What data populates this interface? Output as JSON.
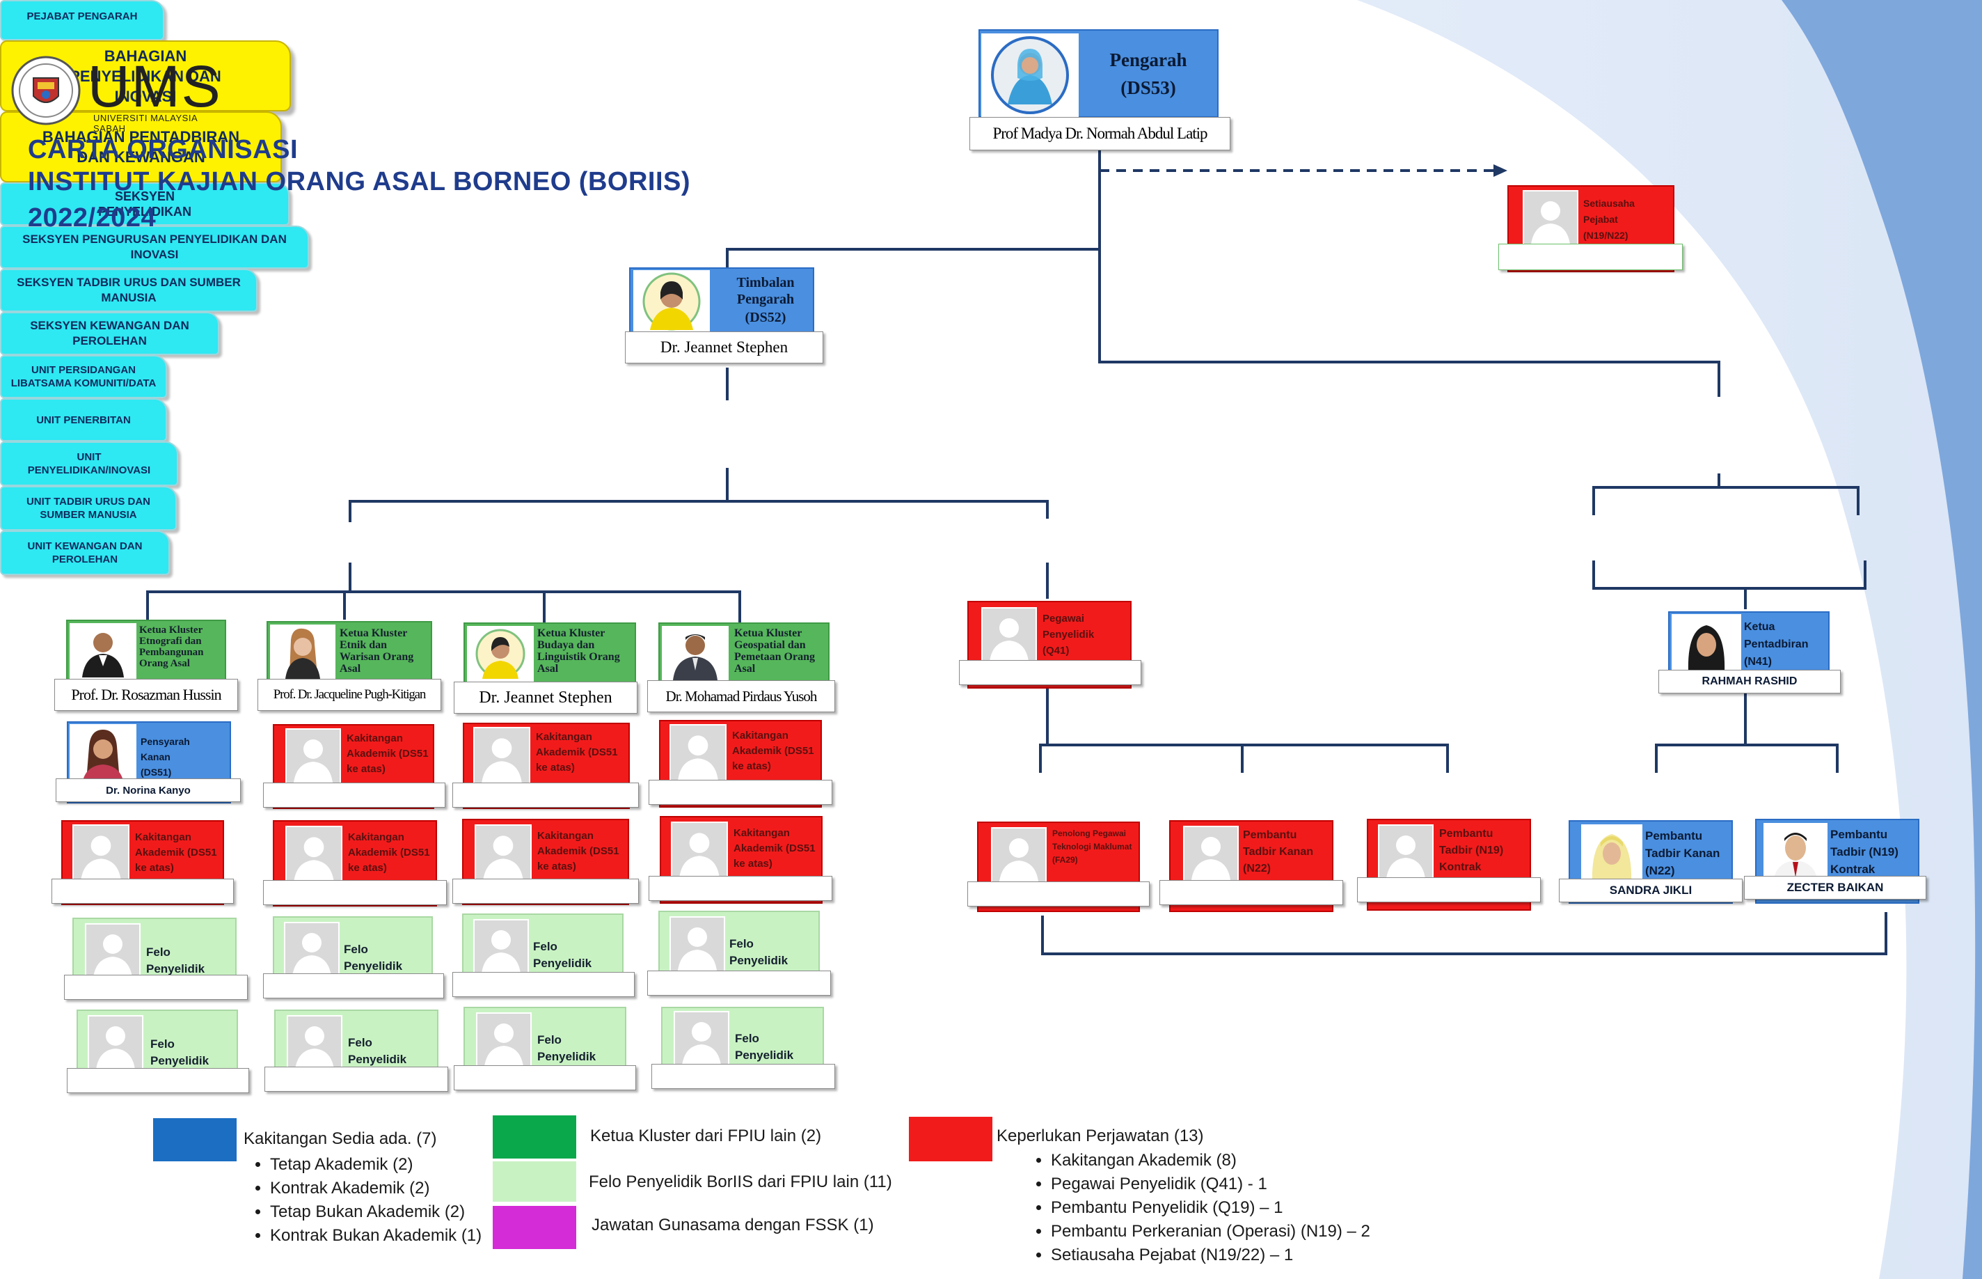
{
  "colors": {
    "blue": "#4a8fe0",
    "green": "#56b65b",
    "light_green": "#c9f2c3",
    "red": "#f21b1b",
    "magenta": "#d42cd6",
    "cyan": "#2ee8f2",
    "yellow": "#fff200",
    "title_blue": "#1f3c8c"
  },
  "header": {
    "logo_text": "UMS",
    "logo_sub": "UNIVERSITI MALAYSIA SABAH",
    "title_line1": "CARTA ORGANISASI",
    "title_line2": "INSTITUT KAJIAN ORANG ASAL BORNEO (BORIIS)",
    "title_line3": "2022/2024"
  },
  "director": {
    "title": "Pengarah",
    "grade": "(DS53)",
    "name": "Prof Madya Dr. Normah Abdul Latip"
  },
  "office": {
    "label": "PEJABAT PENGARAH",
    "role": "Setiausaha Pejabat (N19/N22)"
  },
  "deputy": {
    "title": "Timbalan Pengarah",
    "grade": "(DS52)",
    "name": "Dr. Jeannet Stephen"
  },
  "divisions": {
    "research": "BAHAGIAN PENYELIDIKAN DAN INOVASI",
    "admin": "BAHAGIAN PENTADBIRAN DAN KEWANGAN"
  },
  "sections": {
    "penyelidikan": "SEKSYEN PENYELIDIKAN",
    "pengurusan": "SEKSYEN PENGURUSAN PENYELIDIKAN DAN INOVASI",
    "tadbir": "SEKSYEN TADBIR URUS DAN SUMBER MANUSIA",
    "kewangan": "SEKSYEN KEWANGAN DAN PEROLEHAN"
  },
  "clusters": [
    {
      "role": "Ketua Kluster Etnografi dan Pembangunan Orang Asal",
      "name": "Prof. Dr. Rosazman Hussin"
    },
    {
      "role": "Ketua Kluster Etnik dan Warisan Orang Asal",
      "name": "Prof. Dr. Jacqueline Pugh-Kitigan"
    },
    {
      "role": "Ketua Kluster Budaya dan Linguistik Orang Asal",
      "name": "Dr. Jeannet Stephen"
    },
    {
      "role": "Ketua Kluster Geospatial dan Pemetaan Orang Asal",
      "name": "Dr. Mohamad Pirdaus Yusoh"
    }
  ],
  "senior_lecturer": {
    "role": "Pensyarah Kanan (DS51)",
    "name": "Dr. Norina Kanyo"
  },
  "academic_role": "Kakitangan Akademik (DS51 ke atas)",
  "fellow_role": "Felo Penyelidik",
  "research_officer": "Pegawai Penyelidik (Q41)",
  "admin_head": {
    "role": "Ketua Pentadbiran (N41)",
    "name": "RAHMAH RASHID"
  },
  "units": [
    {
      "label": "UNIT PERSIDANGAN LIBATSAMA KOMUNITI/DATA",
      "role": "Penolong Pegawai Teknologi Maklumat (FA29)"
    },
    {
      "label": "UNIT PENERBITAN",
      "role": "Pembantu Tadbir Kanan (N22)"
    },
    {
      "label": "UNIT PENYELIDIKAN/INOVASI",
      "role": "Pembantu Tadbir (N19) Kontrak"
    },
    {
      "label": "UNIT TADBIR URUS DAN SUMBER MANUSIA",
      "role": "Pembantu Tadbir Kanan (N22)",
      "name": "SANDRA JIKLI"
    },
    {
      "label": "UNIT KEWANGAN DAN PEROLEHAN",
      "role": "Pembantu Tadbir (N19) Kontrak",
      "name": "ZECTER BAIKAN"
    }
  ],
  "legend": {
    "existing": "Kakitangan Sedia ada. (7)",
    "existing_items": [
      "Tetap Akademik (2)",
      "Kontrak Akademik (2)",
      "Tetap Bukan Akademik (2)",
      "Kontrak Bukan Akademik (1)"
    ],
    "cluster_head": "Ketua Kluster dari FPIU lain (2)",
    "fellow": "Felo Penyelidik BorIIS dari FPIU lain (11)",
    "joint": "Jawatan Gunasama dengan FSSK (1)",
    "needs": "Keperlukan Perjawatan (13)",
    "needs_items": [
      "Kakitangan Akademik (8)",
      "Pegawai Penyelidik (Q41) - 1",
      "Pembantu Penyelidik (Q19) – 1",
      "Pembantu Perkeranian (Operasi) (N19) – 2",
      "Setiausaha Pejabat (N19/22) – 1"
    ]
  }
}
